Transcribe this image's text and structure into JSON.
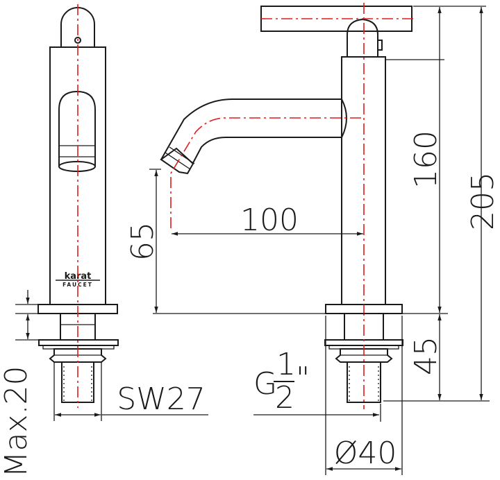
{
  "brand": {
    "name": "karat",
    "sub": "FAUCET"
  },
  "dimensions": {
    "total_height": "205",
    "body_height": "160",
    "spout_reach": "100",
    "spout_height": "65",
    "shank_length": "45",
    "base_diameter": "Ø40",
    "wrench_size": "SW27",
    "max_counter_thickness": "Max.20",
    "thread_prefix": "G",
    "thread_numerator": "1",
    "thread_denominator": "2",
    "thread_suffix": "\""
  },
  "colors": {
    "line": "#1a1a1a",
    "centerline": "#e01a1a"
  }
}
